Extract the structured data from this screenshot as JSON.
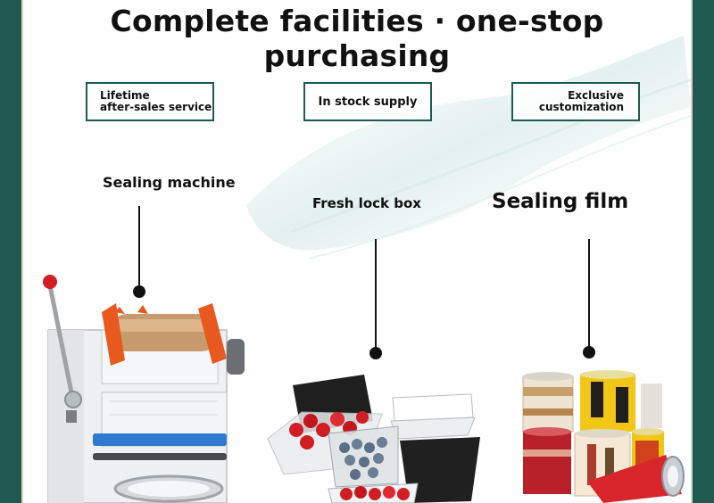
{
  "headline": "Complete facilities · one-stop purchasing",
  "tags": {
    "lifetime": {
      "line1": "Lifetime",
      "line2": "after-sales service"
    },
    "stock": {
      "label": "In stock supply"
    },
    "custom": {
      "line1": "Exclusive",
      "line2": "customization"
    }
  },
  "products": {
    "machine": {
      "label": "Sealing machine",
      "icon": "sealing-machine-image"
    },
    "box": {
      "label": "Fresh lock box",
      "icon": "fresh-lock-box-image"
    },
    "film": {
      "label": "Sealing film",
      "icon": "sealing-film-rolls-image"
    }
  },
  "colors": {
    "frame": "#1e5a50",
    "frame_accent": "#d9d2b5",
    "text": "#111111",
    "machine_orange": "#e8591f",
    "film_red": "#d8262c",
    "film_yellow": "#f2c617",
    "berry_red": "#d11d24"
  }
}
